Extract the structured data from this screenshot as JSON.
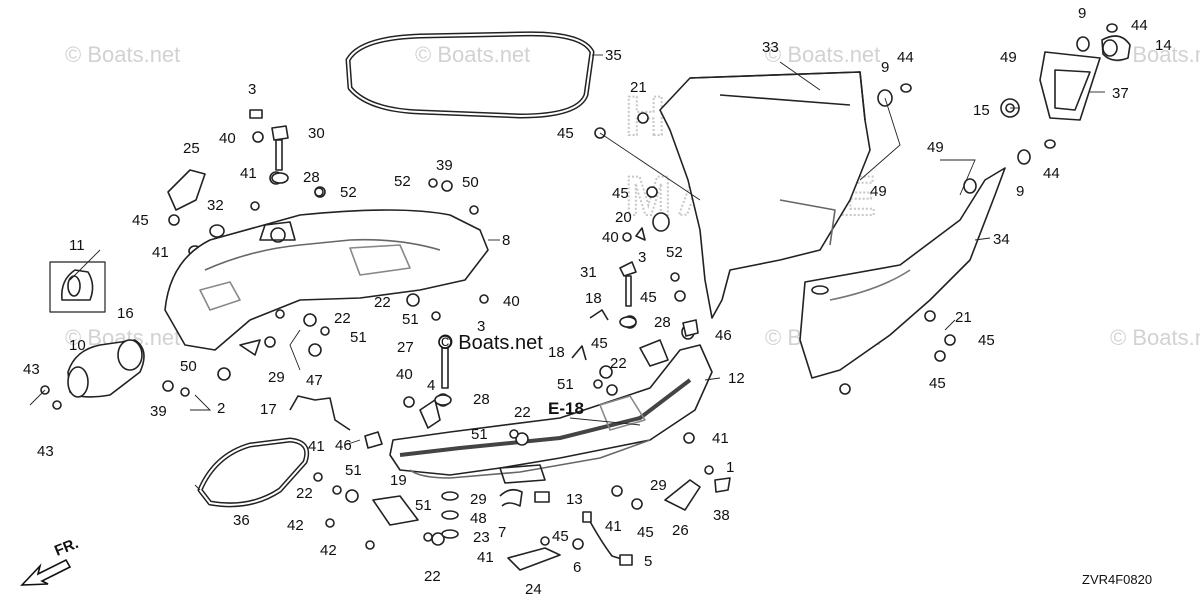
{
  "watermark": "© Boats.net",
  "brand_watermark": {
    "line1": "HONDA",
    "line2": "MARINE"
  },
  "center_label": "© Boats.net",
  "section_ref": "E-18",
  "front_label": "FR.",
  "diagram_code": "ZVR4F0820",
  "callouts": [
    {
      "id": "c35",
      "label": "35"
    },
    {
      "id": "c33",
      "label": "33"
    },
    {
      "id": "c9a",
      "label": "9"
    },
    {
      "id": "c44a",
      "label": "44"
    },
    {
      "id": "c14",
      "label": "14"
    },
    {
      "id": "c9b",
      "label": "9"
    },
    {
      "id": "c44b",
      "label": "44"
    },
    {
      "id": "c49a",
      "label": "49"
    },
    {
      "id": "c37",
      "label": "37"
    },
    {
      "id": "c21a",
      "label": "21"
    },
    {
      "id": "c15",
      "label": "15"
    },
    {
      "id": "c45a",
      "label": "45"
    },
    {
      "id": "c49b",
      "label": "49"
    },
    {
      "id": "c49c",
      "label": "49"
    },
    {
      "id": "c44c",
      "label": "44"
    },
    {
      "id": "c9c",
      "label": "9"
    },
    {
      "id": "c34",
      "label": "34"
    },
    {
      "id": "c3a",
      "label": "3"
    },
    {
      "id": "c40a",
      "label": "40"
    },
    {
      "id": "c30",
      "label": "30"
    },
    {
      "id": "c25",
      "label": "25"
    },
    {
      "id": "c41a",
      "label": "41"
    },
    {
      "id": "c28a",
      "label": "28"
    },
    {
      "id": "c52a",
      "label": "52"
    },
    {
      "id": "c39a",
      "label": "39"
    },
    {
      "id": "c52b",
      "label": "52"
    },
    {
      "id": "c50a",
      "label": "50"
    },
    {
      "id": "c32",
      "label": "32"
    },
    {
      "id": "c45b",
      "label": "45"
    },
    {
      "id": "c8",
      "label": "8"
    },
    {
      "id": "c41b",
      "label": "41"
    },
    {
      "id": "c11",
      "label": "11"
    },
    {
      "id": "c45c",
      "label": "45"
    },
    {
      "id": "c20",
      "label": "20"
    },
    {
      "id": "c40b",
      "label": "40"
    },
    {
      "id": "c3b",
      "label": "3"
    },
    {
      "id": "c52c",
      "label": "52"
    },
    {
      "id": "c31",
      "label": "31"
    },
    {
      "id": "c45d",
      "label": "45"
    },
    {
      "id": "c18a",
      "label": "18"
    },
    {
      "id": "c22a",
      "label": "22"
    },
    {
      "id": "c40c",
      "label": "40"
    },
    {
      "id": "c51a",
      "label": "51"
    },
    {
      "id": "c22b",
      "label": "22"
    },
    {
      "id": "c3c",
      "label": "3"
    },
    {
      "id": "c51b",
      "label": "51"
    },
    {
      "id": "c28b",
      "label": "28"
    },
    {
      "id": "c46a",
      "label": "46"
    },
    {
      "id": "c21b",
      "label": "21"
    },
    {
      "id": "c45e",
      "label": "45"
    },
    {
      "id": "c16",
      "label": "16"
    },
    {
      "id": "c10",
      "label": "10"
    },
    {
      "id": "c27",
      "label": "27"
    },
    {
      "id": "c18b",
      "label": "18"
    },
    {
      "id": "c45f",
      "label": "45"
    },
    {
      "id": "c22c",
      "label": "22"
    },
    {
      "id": "c45g",
      "label": "45"
    },
    {
      "id": "c43a",
      "label": "43"
    },
    {
      "id": "c50b",
      "label": "50"
    },
    {
      "id": "c29a",
      "label": "29"
    },
    {
      "id": "c47",
      "label": "47"
    },
    {
      "id": "c40d",
      "label": "40"
    },
    {
      "id": "c4",
      "label": "4"
    },
    {
      "id": "c51c",
      "label": "51"
    },
    {
      "id": "c12",
      "label": "12"
    },
    {
      "id": "c39b",
      "label": "39"
    },
    {
      "id": "c2",
      "label": "2"
    },
    {
      "id": "c28c",
      "label": "28"
    },
    {
      "id": "c17",
      "label": "17"
    },
    {
      "id": "c22d",
      "label": "22"
    },
    {
      "id": "c43b",
      "label": "43"
    },
    {
      "id": "c46b",
      "label": "46"
    },
    {
      "id": "c51d",
      "label": "51"
    },
    {
      "id": "c41c",
      "label": "41"
    },
    {
      "id": "c41d",
      "label": "41"
    },
    {
      "id": "c1",
      "label": "1"
    },
    {
      "id": "c51e",
      "label": "51"
    },
    {
      "id": "c29b",
      "label": "29"
    },
    {
      "id": "c22e",
      "label": "22"
    },
    {
      "id": "c19",
      "label": "19"
    },
    {
      "id": "c13",
      "label": "13"
    },
    {
      "id": "c29c",
      "label": "29"
    },
    {
      "id": "c38",
      "label": "38"
    },
    {
      "id": "c36",
      "label": "36"
    },
    {
      "id": "c48",
      "label": "48"
    },
    {
      "id": "c41e",
      "label": "41"
    },
    {
      "id": "c45h",
      "label": "45"
    },
    {
      "id": "c26",
      "label": "26"
    },
    {
      "id": "c42a",
      "label": "42"
    },
    {
      "id": "c51f",
      "label": "51"
    },
    {
      "id": "c7",
      "label": "7"
    },
    {
      "id": "c23",
      "label": "23"
    },
    {
      "id": "c45i",
      "label": "45"
    },
    {
      "id": "c42b",
      "label": "42"
    },
    {
      "id": "c41f",
      "label": "41"
    },
    {
      "id": "c5",
      "label": "5"
    },
    {
      "id": "c22f",
      "label": "22"
    },
    {
      "id": "c6",
      "label": "6"
    },
    {
      "id": "c24",
      "label": "24"
    }
  ]
}
